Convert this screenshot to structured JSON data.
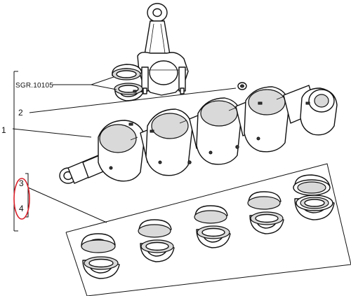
{
  "callouts": {
    "sgr_code": "SGR.10105",
    "label_1": "1",
    "label_2": "2",
    "label_3": "3",
    "label_4": "4"
  },
  "colors": {
    "ink": "#111111",
    "highlight": "#d9202a",
    "background": "#ffffff"
  }
}
